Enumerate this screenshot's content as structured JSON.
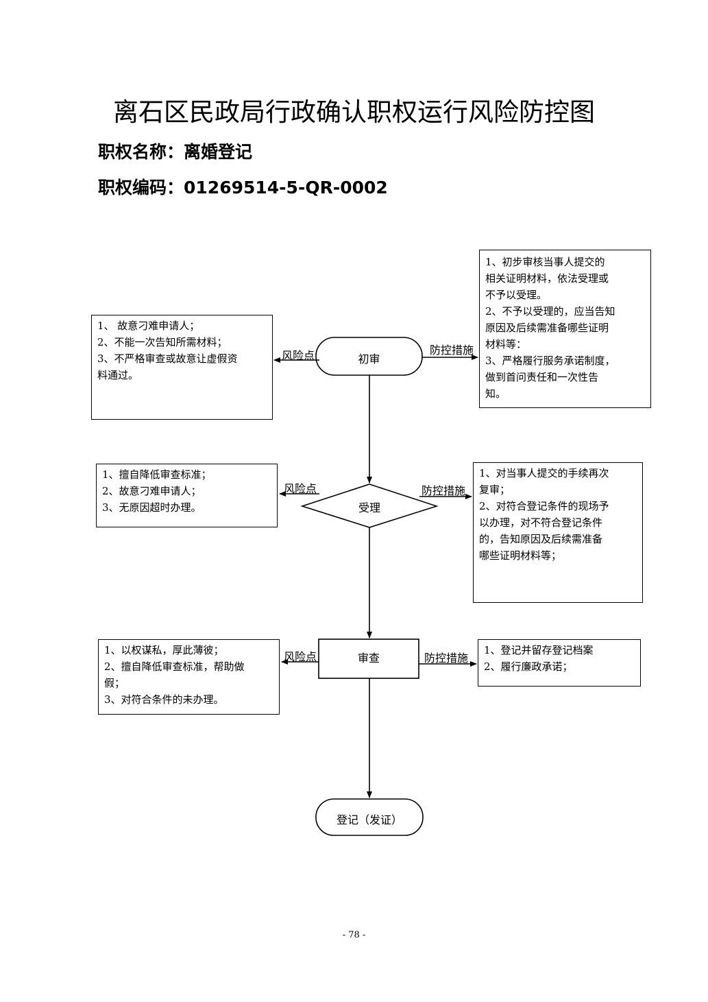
{
  "title": "离石区民政局行政确认职权运行风险防控图",
  "power_name": {
    "label": "职权名称：",
    "value": "离婚登记"
  },
  "power_code": {
    "label": "职权编码：",
    "value": "01269514-5-QR-0002"
  },
  "labels": {
    "risk": "风险点",
    "control": "防控措施"
  },
  "nodes": {
    "initial_review": "初审",
    "acceptance": "受理",
    "examination": "审查",
    "registration": "登记（发证）"
  },
  "risk1": [
    "1、  故意刁难申请人；",
    "2、不能一次告知所需材料；",
    "3、不严格审查或故意让虚假资",
    "料通过。"
  ],
  "control1": [
    "1、初步审核当事人提交的",
    "相关证明材料，依法受理或",
    "不予以受理。",
    "2、不予以受理的，应当告知",
    "原因及后续需准备哪些证明",
    "材料等：",
    "3、严格履行服务承诺制度，",
    "做到首问责任和一次性告",
    "知。"
  ],
  "risk2": [
    "1、擅自降低审查标准；",
    "2、故意刁难申请人；",
    "3、无原因超时办理。"
  ],
  "control2": [
    "1、对当事人提交的手续再次",
    "复审；",
    "2、对符合登记条件的现场予",
    "以办理，对不符合登记条件",
    "的，告知原因及后续需准备",
    "哪些证明材料等；"
  ],
  "risk3": [
    "1、以权谋私，厚此薄彼；",
    "2、擅自降低审查标准，帮助做",
    "假；",
    "3、对符合条件的未办理。"
  ],
  "control3": [
    "1、登记并留存登记档案",
    "2、履行廉政承诺；"
  ],
  "page_number": "- 78 -"
}
